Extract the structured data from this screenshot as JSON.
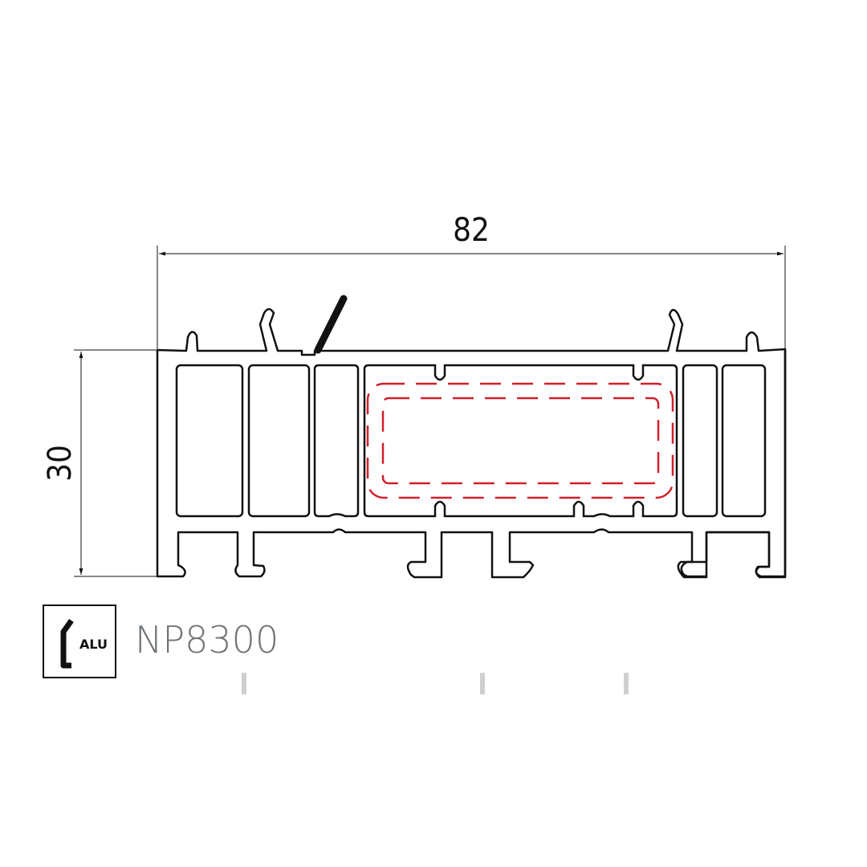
{
  "drawing": {
    "width_dimension": "82",
    "height_dimension": "30",
    "product_code": "NP8300",
    "material_badge": "ALU",
    "colors": {
      "outline": "#111111",
      "reinforcement": "#d0202a",
      "code_text": "#6e7478",
      "marks": "#cccccc"
    }
  }
}
